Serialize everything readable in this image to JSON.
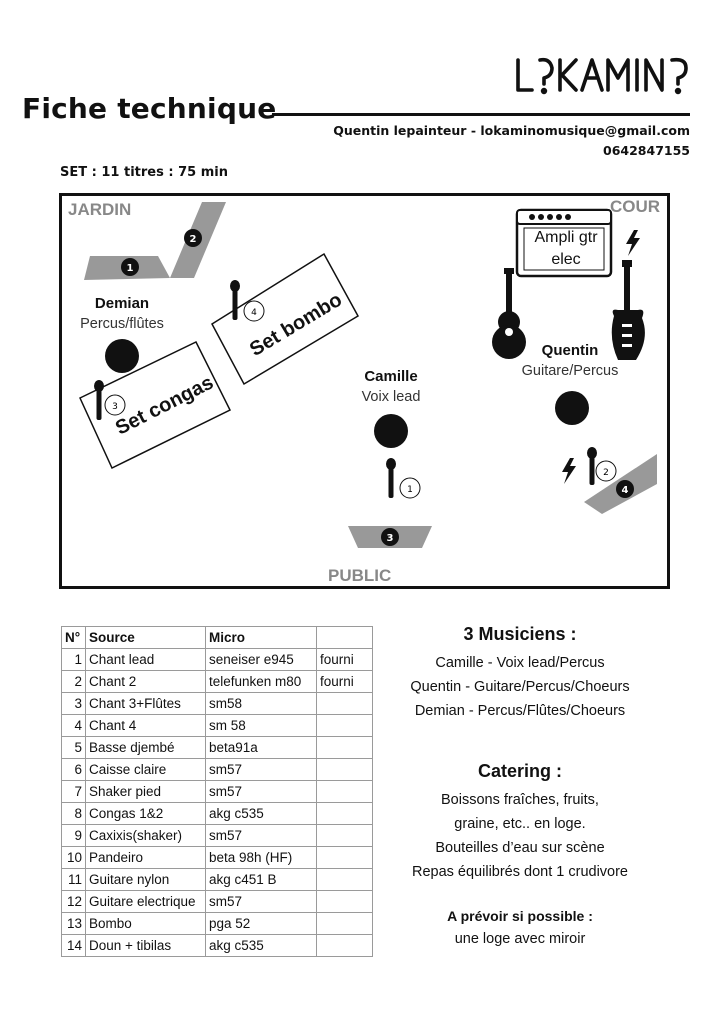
{
  "header": {
    "logo_text": "LOKAMINO",
    "title": "Fiche technique",
    "contact_line": "Quentin lepainteur  -  lokaminomusique@gmail.com",
    "phone": "0642847155",
    "set_info": "SET : 11 titres : 75 min"
  },
  "stage": {
    "jardin": "JARDIN",
    "cour": "COUR",
    "public": "PUBLIC",
    "amp_line1": "Ampli gtr",
    "amp_line2": "elec",
    "set_bombo": "Set bombo",
    "set_congas": "Set congas",
    "musicians": [
      {
        "name": "Demian",
        "role": "Percus/flûtes"
      },
      {
        "name": "Camille",
        "role": "Voix lead"
      },
      {
        "name": "Quentin",
        "role": "Guitare/Percus"
      }
    ],
    "monitors": [
      "1",
      "2",
      "3",
      "4"
    ],
    "mics": [
      "1",
      "2",
      "3",
      "4"
    ]
  },
  "table": {
    "headers": [
      "N°",
      "Source",
      "Micro",
      ""
    ],
    "rows": [
      [
        "1",
        "Chant lead",
        "seneiser e945",
        "fourni"
      ],
      [
        "2",
        "Chant 2",
        "telefunken m80",
        "fourni"
      ],
      [
        "3",
        "Chant 3+Flûtes",
        "sm58",
        ""
      ],
      [
        "4",
        "Chant 4",
        "sm 58",
        ""
      ],
      [
        "5",
        "Basse djembé",
        "beta91a",
        ""
      ],
      [
        "6",
        "Caisse claire",
        "sm57",
        ""
      ],
      [
        "7",
        "Shaker pied",
        "sm57",
        ""
      ],
      [
        "8",
        "Congas 1&2",
        "akg c535",
        ""
      ],
      [
        "9",
        "Caxixis(shaker)",
        "sm57",
        ""
      ],
      [
        "10",
        "Pandeiro",
        "beta 98h (HF)",
        ""
      ],
      [
        "11",
        "Guitare nylon",
        "akg c451 B",
        ""
      ],
      [
        "12",
        "Guitare electrique",
        "sm57",
        ""
      ],
      [
        "13",
        "Bombo",
        "pga 52",
        ""
      ],
      [
        "14",
        "Doun + tibilas",
        "akg c535",
        ""
      ]
    ]
  },
  "musicians_block": {
    "title": "3 Musiciens :",
    "lines": [
      "Camille - Voix lead/Percus",
      "Quentin - Guitare/Percus/Choeurs",
      "Demian - Percus/Flûtes/Choeurs"
    ]
  },
  "catering": {
    "title": "Catering :",
    "lines": [
      "Boissons fraîches, fruits,",
      "graine, etc.. en loge.",
      "Bouteilles d’eau sur scène",
      "Repas équilibrés dont 1 crudivore"
    ]
  },
  "prevoir": {
    "title": "A prévoir si possible :",
    "line": "une loge avec miroir"
  }
}
